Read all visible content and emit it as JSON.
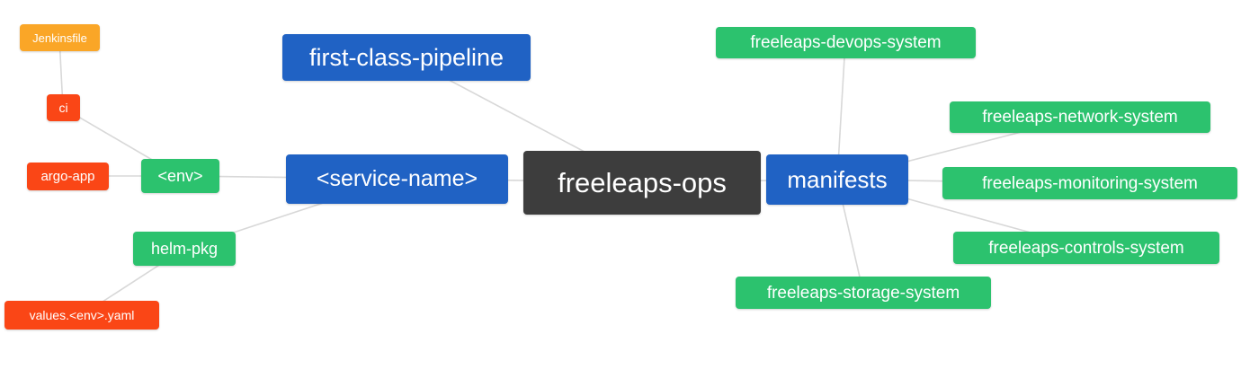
{
  "diagram": {
    "type": "mindmap",
    "root": "freeleaps-ops",
    "colors": {
      "primary_blue": "#2062c4",
      "success_green": "#2cc26e",
      "alert_red": "#fa4616",
      "warn_orange": "#faa627",
      "root_dark": "#3d3d3d",
      "edge_gray": "#d8d8d8",
      "background": "#ffffff",
      "node_text": "#ffffff"
    },
    "nodes": {
      "root": {
        "label": "freeleaps-ops"
      },
      "first_class_pipeline": {
        "label": "first-class-pipeline"
      },
      "service_name": {
        "label": "<service-name>"
      },
      "manifests": {
        "label": "manifests"
      },
      "env": {
        "label": "<env>"
      },
      "ci": {
        "label": "ci"
      },
      "jenkinsfile": {
        "label": "Jenkinsfile"
      },
      "argo_app": {
        "label": "argo-app"
      },
      "helm_pkg": {
        "label": "helm-pkg"
      },
      "values_env_yaml": {
        "label": "values.<env>.yaml"
      },
      "devops_system": {
        "label": "freeleaps-devops-system"
      },
      "network_system": {
        "label": "freeleaps-network-system"
      },
      "monitoring_system": {
        "label": "freeleaps-monitoring-system"
      },
      "controls_system": {
        "label": "freeleaps-controls-system"
      },
      "storage_system": {
        "label": "freeleaps-storage-system"
      }
    },
    "edges": [
      [
        "jenkinsfile",
        "ci"
      ],
      [
        "ci",
        "env"
      ],
      [
        "argo_app",
        "env"
      ],
      [
        "env",
        "service_name"
      ],
      [
        "helm_pkg",
        "service_name"
      ],
      [
        "values_env_yaml",
        "helm_pkg"
      ],
      [
        "service_name",
        "root"
      ],
      [
        "first_class_pipeline",
        "root"
      ],
      [
        "root",
        "manifests"
      ],
      [
        "manifests",
        "devops_system"
      ],
      [
        "manifests",
        "network_system"
      ],
      [
        "manifests",
        "monitoring_system"
      ],
      [
        "manifests",
        "controls_system"
      ],
      [
        "manifests",
        "storage_system"
      ]
    ]
  }
}
